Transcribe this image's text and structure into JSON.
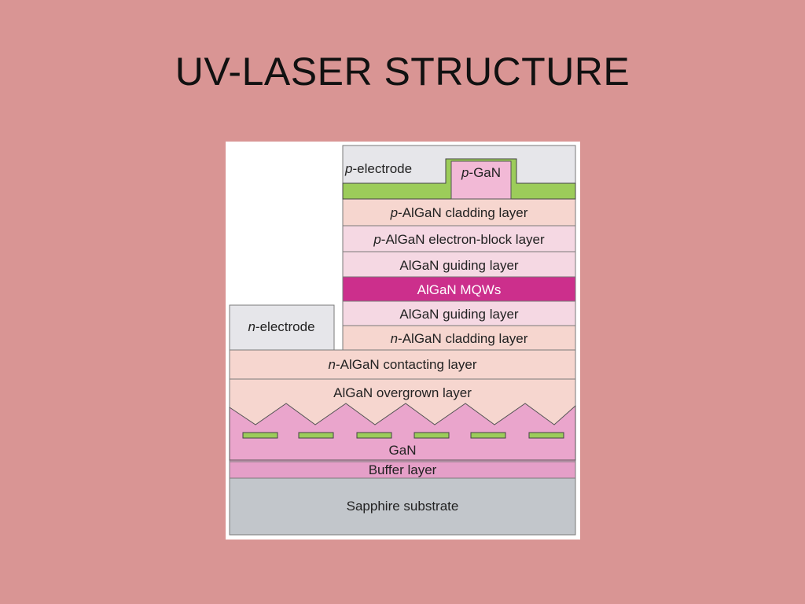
{
  "slide": {
    "title": "UV-LASER STRUCTURE"
  },
  "diagram": {
    "p_electrode": {
      "prefix": "p",
      "label": "-electrode"
    },
    "p_gan": {
      "prefix": "p",
      "label": "-GaN"
    },
    "n_electrode": {
      "prefix": "n",
      "label": "-electrode"
    },
    "layers": {
      "p_cladding": {
        "prefix": "p",
        "label": "-AlGaN cladding layer"
      },
      "p_electron_block": {
        "prefix": "p",
        "label": "-AlGaN electron-block layer"
      },
      "guiding_upper": {
        "label": "AlGaN guiding layer"
      },
      "mqws": {
        "label": "AlGaN MQWs"
      },
      "guiding_lower": {
        "label": "AlGaN guiding layer"
      },
      "n_cladding": {
        "prefix": "n",
        "label": "-AlGaN cladding layer"
      },
      "n_contacting": {
        "prefix": "n",
        "label": "-AlGaN contacting layer"
      },
      "overgrown": {
        "label": "AlGaN overgrown layer"
      },
      "gan": {
        "label": "GaN"
      },
      "buffer": {
        "label": "Buffer layer"
      },
      "substrate": {
        "label": "Sapphire substrate"
      }
    },
    "colors": {
      "electrode": "#e6e6ea",
      "contact_metal": "#9ccc5a",
      "p_gan": "#f2b9d6",
      "light_pink": "#f5d8e3",
      "mqw": "#cc2f8c",
      "peach": "#f6d6cf",
      "gan": "#eaa5cc",
      "buffer": "#e59fc8",
      "substrate": "#c2c6cb"
    }
  }
}
